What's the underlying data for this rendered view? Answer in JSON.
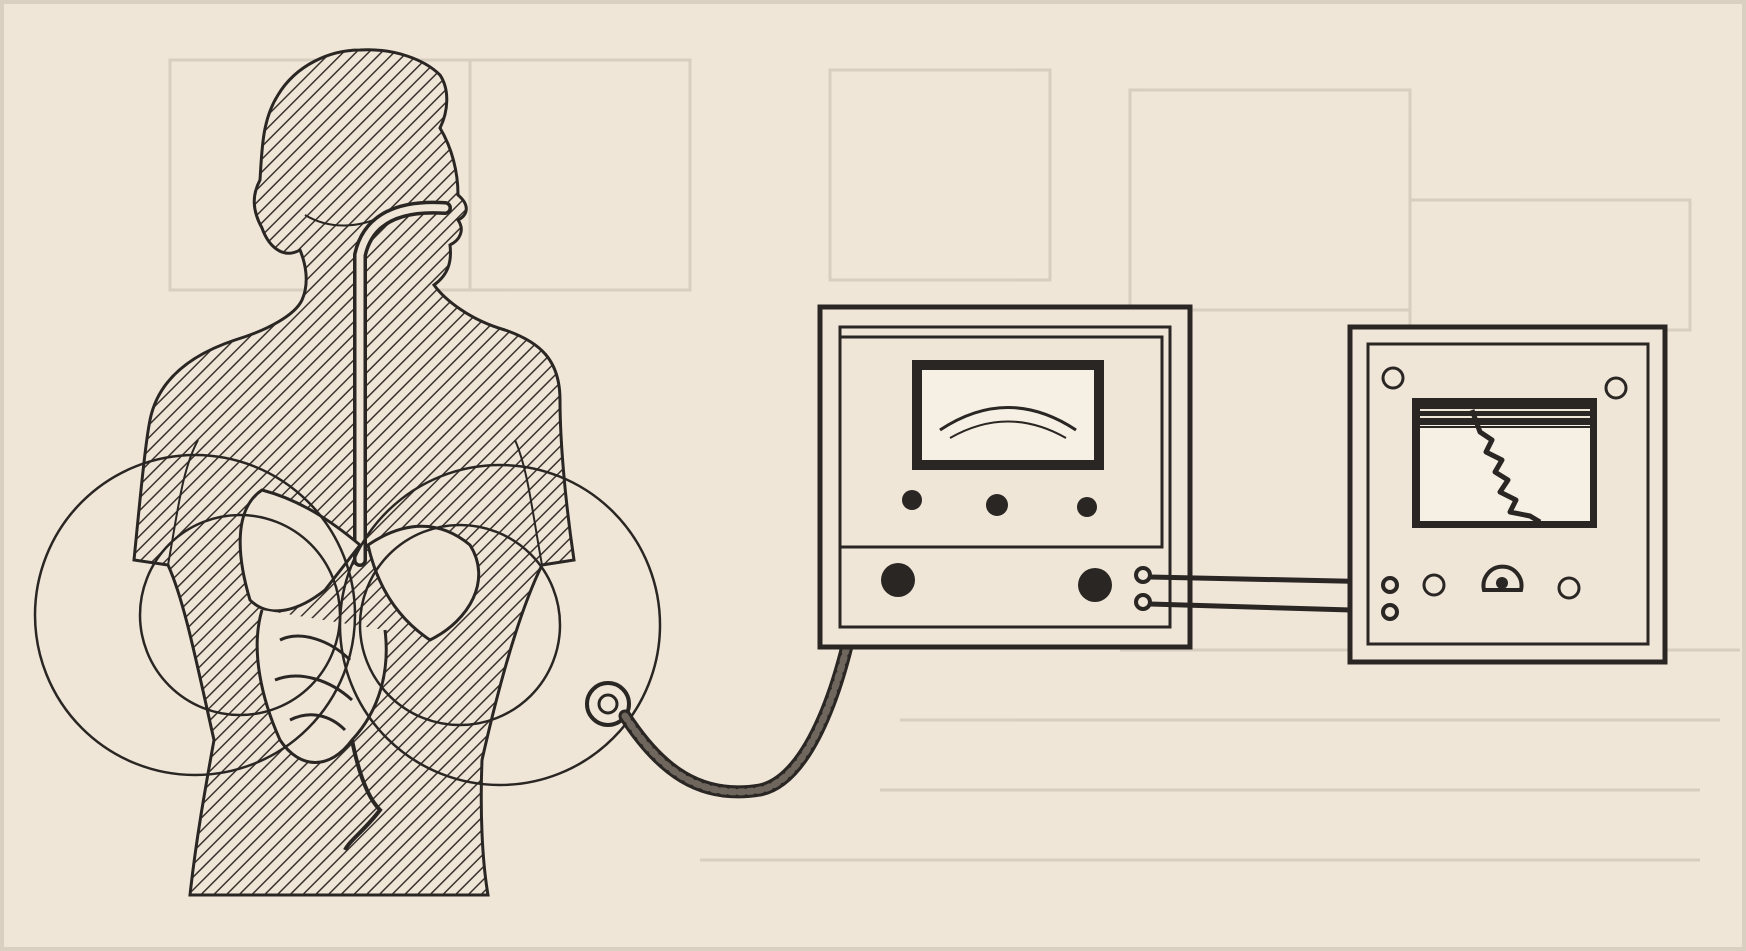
{
  "figure": {
    "parts": [
      "person-torso",
      "esophagus-tube",
      "digestive-organs",
      "electromagnetic-field-rings",
      "skin-electrode",
      "amplifier-unit",
      "meter-display",
      "recorder-unit",
      "recorded-trace"
    ],
    "colors": {
      "paper": "#efe6d8",
      "ink": "#2a2623",
      "hatch": "#3a332d",
      "ghost": "#c9bfb0",
      "screen": "#f6f0e4"
    }
  }
}
